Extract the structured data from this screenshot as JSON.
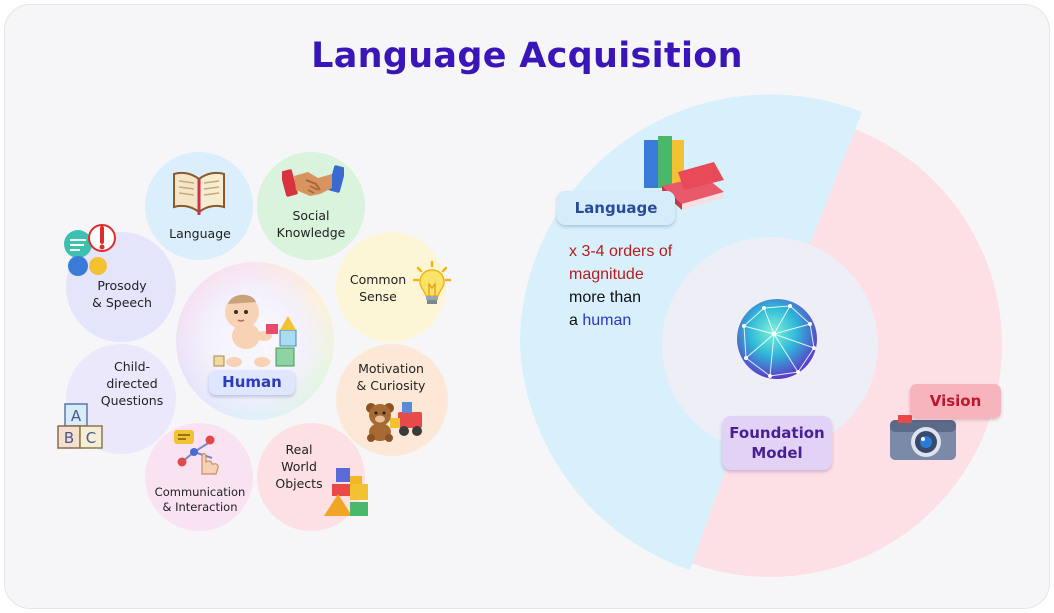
{
  "title": "Language Acquisition",
  "human": {
    "center_label": "Human",
    "bubbles": [
      {
        "label": "Language",
        "color": "#daeefc"
      },
      {
        "label": "Social\nKnowledge",
        "color": "#d9f3dc"
      },
      {
        "label": "Common\nSense",
        "color": "#fdf6d6"
      },
      {
        "label": "Motivation\n& Curiosity",
        "color": "#fde8d8"
      },
      {
        "label": "Real\nWorld\nObjects",
        "color": "#fde0e4"
      },
      {
        "label": "Communication\n& Interaction",
        "color": "#f9e3f3"
      },
      {
        "label": "Child-\ndirected\nQuestions",
        "color": "#ece8fb"
      },
      {
        "label": "Prosody\n& Speech",
        "color": "#e4e4fb"
      }
    ]
  },
  "model": {
    "language_tag": "Language",
    "vision_tag": "Vision",
    "center_label": "Foundation\nModel",
    "description": {
      "line1": "x 3-4 orders of",
      "line2": "magnitude",
      "line3": "more than",
      "line4_prefix": "a ",
      "line4_highlight": "human"
    },
    "colors": {
      "language": "#d8f0fb",
      "vision": "#fde0e6",
      "inner": "#eeeef6",
      "accent_title": "#3a16b8"
    }
  },
  "icons": {
    "language": "open-book-icon",
    "social_knowledge": "handshake-icon",
    "common_sense": "lightbulb-icon",
    "motivation": "teddy-bear-train-icon",
    "real_world_objects": "toy-blocks-icon",
    "communication": "touch-network-icon",
    "child_questions": "abc-blocks-icon",
    "prosody": "speech-bubbles-icon",
    "human": "baby-icon",
    "model_language": "books-stack-icon",
    "model_vision": "camera-icon",
    "foundation": "neural-globe-icon"
  }
}
